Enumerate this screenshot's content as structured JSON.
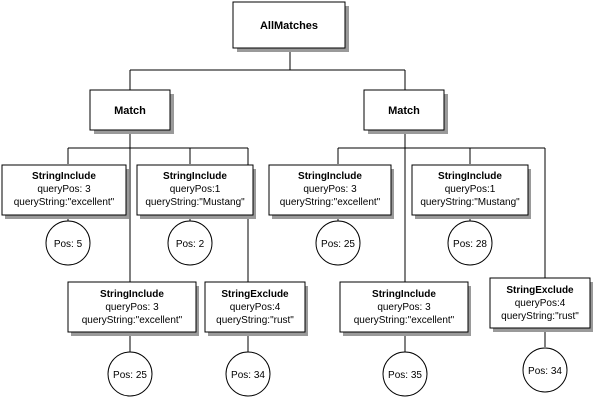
{
  "root": {
    "label": "AllMatches"
  },
  "matches": [
    {
      "label": "Match",
      "nodes": [
        {
          "name": "StringInclude",
          "line1": "queryPos: 3",
          "line2": "queryString:\"excellent\"",
          "pos": "Pos: 5"
        },
        {
          "name": "StringInclude",
          "line1": "queryPos:1",
          "line2": "queryString:\"Mustang\"",
          "pos": "Pos: 2"
        },
        {
          "name": "StringInclude",
          "line1": "queryPos: 3",
          "line2": "queryString:\"excellent\"",
          "pos": "Pos: 25"
        },
        {
          "name": "StringExclude",
          "line1": "queryPos:4",
          "line2": "queryString:\"rust\"",
          "pos": "Pos: 34"
        }
      ]
    },
    {
      "label": "Match",
      "nodes": [
        {
          "name": "StringInclude",
          "line1": "queryPos: 3",
          "line2": "queryString:\"excellent\"",
          "pos": "Pos: 25"
        },
        {
          "name": "StringInclude",
          "line1": "queryPos:1",
          "line2": "queryString:\"Mustang\"",
          "pos": "Pos: 28"
        },
        {
          "name": "StringInclude",
          "line1": "queryPos: 3",
          "line2": "queryString:\"excellent\"",
          "pos": "Pos: 35"
        },
        {
          "name": "StringExclude",
          "line1": "queryPos:4",
          "line2": "queryString:\"rust\"",
          "pos": "Pos: 34"
        }
      ]
    }
  ]
}
